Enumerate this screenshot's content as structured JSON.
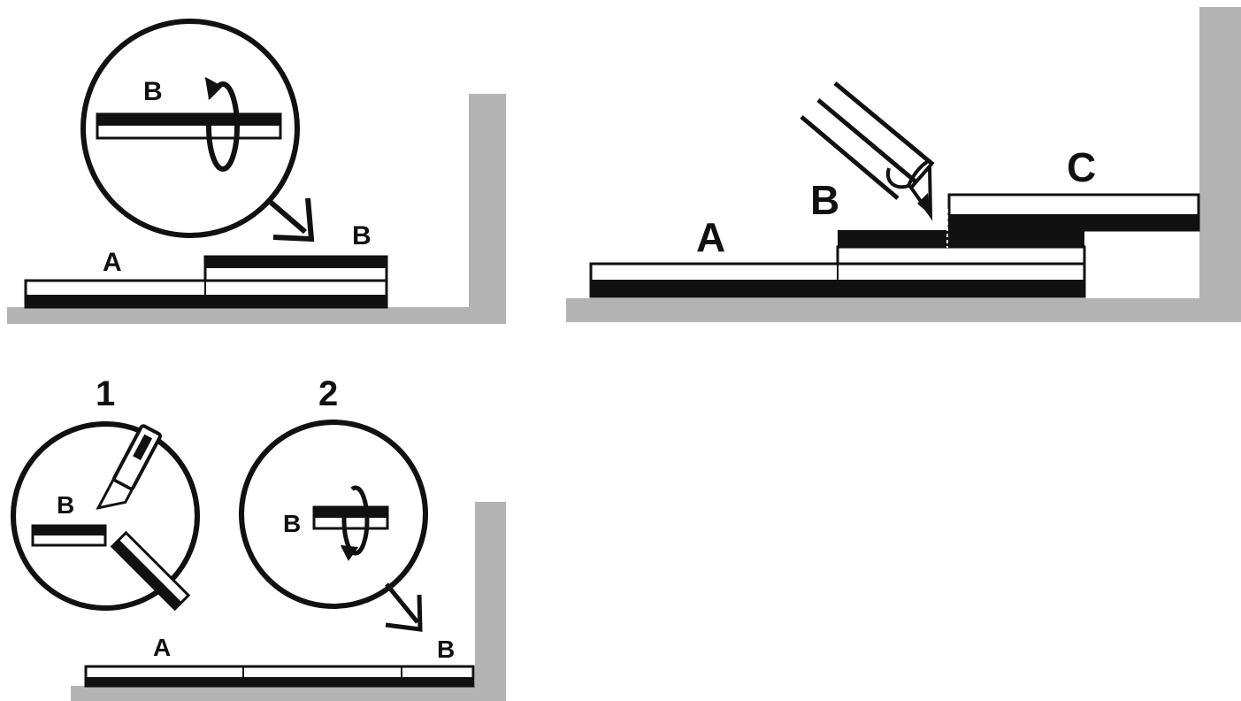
{
  "colors": {
    "ink": "#111111",
    "wall": "#b3b3b3",
    "paper": "#ffffff"
  },
  "panel1": {
    "zoom_label": "B",
    "label_a": "A",
    "label_b": "B",
    "icons": [
      "rotate-arrow-icon",
      "pointer-arrow-icon"
    ]
  },
  "panel2": {
    "label_a": "A",
    "label_b": "B",
    "label_c": "C",
    "icons": [
      "pencil-icon"
    ]
  },
  "panel3": {
    "step1_number": "1",
    "step2_number": "2",
    "step1_label": "B",
    "step2_label": "B",
    "label_a": "A",
    "label_b": "B",
    "icons": [
      "utility-knife-icon",
      "rotate-arrow-icon",
      "pointer-arrow-icon"
    ]
  }
}
